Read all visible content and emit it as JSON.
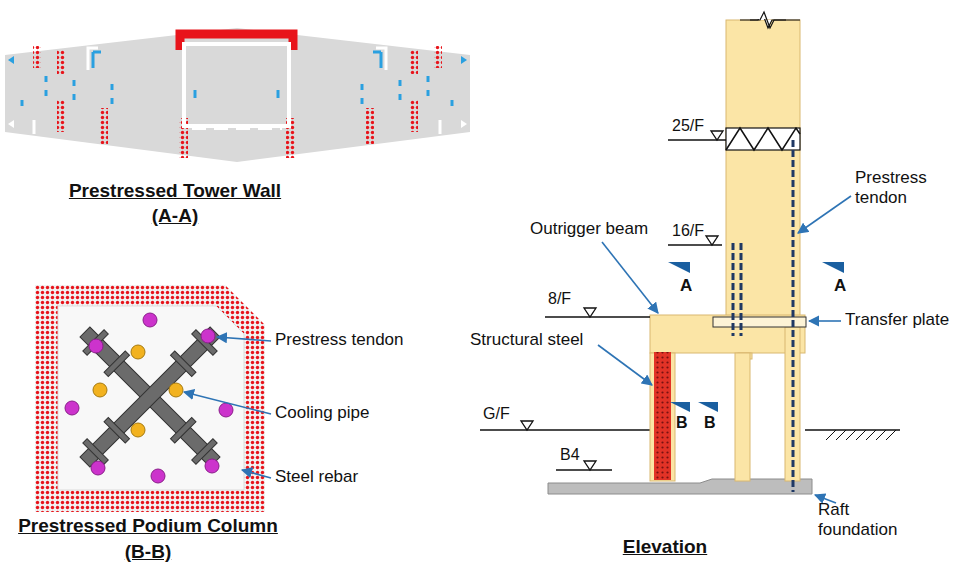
{
  "diagram": {
    "labels": [
      "Prestressed Tower Wall",
      "(A-A)",
      "Prestressed Podium Column",
      "(B-B)",
      "Prestress tendon",
      "Cooling pipe",
      "Steel rebar",
      "25/F",
      "Prestress tendon",
      "16/F",
      "Outrigger beam",
      "A",
      "A",
      "8/F",
      "Structural steel",
      "Transfer plate",
      "B",
      "B",
      "G/F",
      "B4",
      "Raft foundation",
      "Elevation"
    ]
  }
}
